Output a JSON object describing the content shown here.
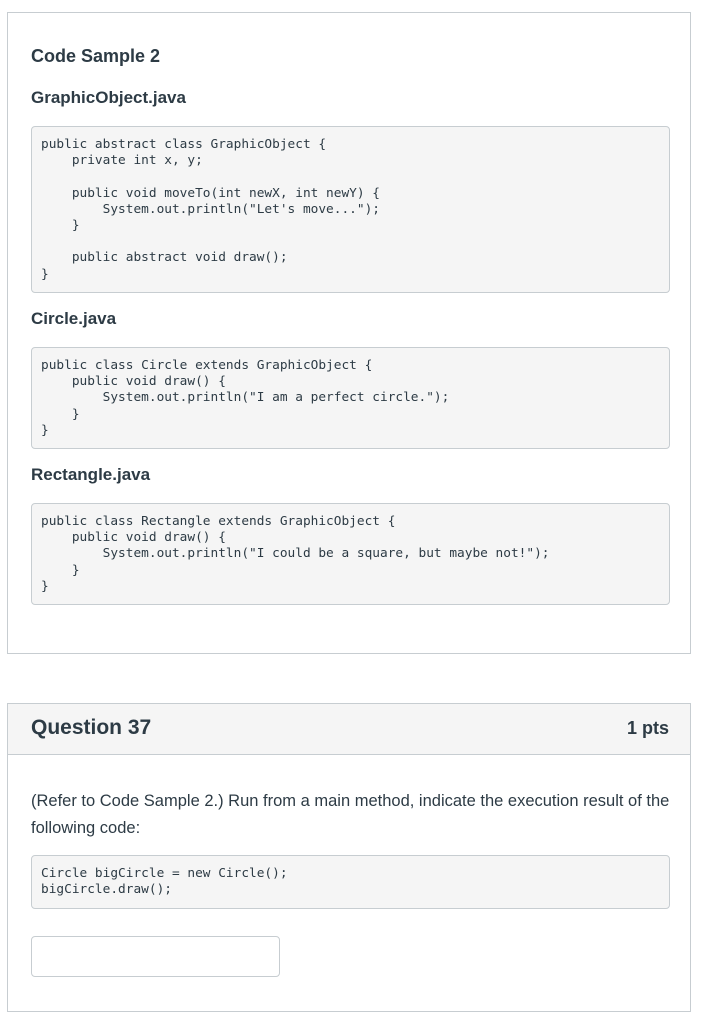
{
  "code_sample": {
    "title": "Code Sample 2",
    "files": [
      {
        "name": "GraphicObject.java",
        "lines": [
          "public abstract class GraphicObject {",
          "    private int x, y;",
          "",
          "    public void moveTo(int newX, int newY) {",
          "        System.out.println(\"Let's move...\");",
          "    }",
          "",
          "    public abstract void draw();",
          "}"
        ]
      },
      {
        "name": "Circle.java",
        "lines": [
          "public class Circle extends GraphicObject {",
          "    public void draw() {",
          "        System.out.println(\"I am a perfect circle.\");",
          "    }",
          "}"
        ]
      },
      {
        "name": "Rectangle.java",
        "lines": [
          "public class Rectangle extends GraphicObject {",
          "    public void draw() {",
          "        System.out.println(\"I could be a square, but maybe not!\");",
          "    }",
          "}"
        ]
      }
    ]
  },
  "question": {
    "title": "Question 37",
    "points": "1 pts",
    "text": "(Refer to Code Sample 2.) Run from a main method, indicate the execution result of the following code:",
    "code_lines": [
      "Circle bigCircle = new Circle();",
      "bigCircle.draw();"
    ],
    "answer_value": ""
  }
}
